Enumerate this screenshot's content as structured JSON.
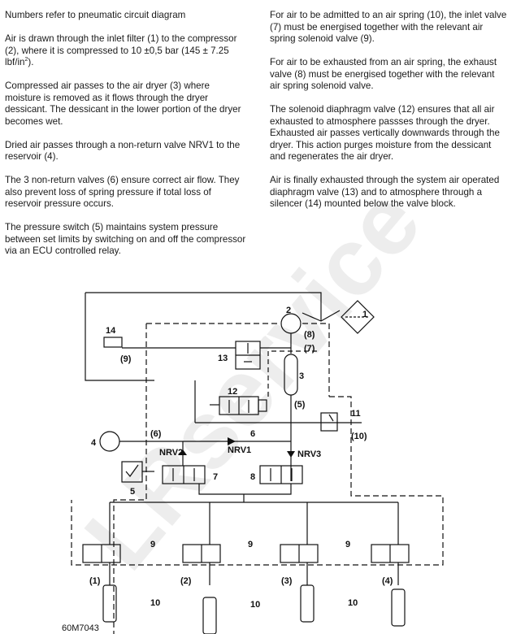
{
  "left_column": {
    "p1": "Numbers refer to pneumatic circuit diagram",
    "p2_a": "Air is drawn through the inlet filter (1) to the compressor (2), where it is compressed to 10 ±0,5 bar (145 ± 7.25 lbf/in",
    "p2_sup": "2",
    "p2_b": ").",
    "p3": "Compressed air passes to the air dryer (3) where moisture is removed as it flows through the dryer dessicant. The dessicant in the lower portion of the dryer becomes wet.",
    "p4": "Dried air passes through a non-return valve NRV1 to the reservoir (4).",
    "p5": "The 3 non-return valves (6) ensure correct air flow. They also prevent loss of spring pressure if total loss of reservoir pressure occurs.",
    "p6": "The pressure switch (5) maintains system pressure between set limits by switching on and off the compressor via an ECU controlled relay."
  },
  "right_column": {
    "p1": "For air to be admitted to an air spring (10), the inlet valve (7) must be energised together with the relevant air spring solenoid valve (9).",
    "p2": "For air to be exhausted from an air spring, the exhaust valve (8) must be energised together with the relevant air spring solenoid valve.",
    "p3": "The solenoid diaphragm valve (12) ensures that all air exhausted to atmosphere passses through the dryer. Exhausted air passes vertically downwards through the dryer. This action purges moisture from the dessicant and regenerates the air dryer.",
    "p4": "Air is finally exhausted through the system air operated diaphragm valve (13) and to atmosphere through a silencer (14) mounted below the valve block."
  },
  "watermark": "LRservice",
  "diagram": {
    "labels": {
      "n1": "1",
      "n2": "2",
      "n3": "3",
      "n4": "4",
      "n5": "5",
      "n6a": "(6)",
      "n6b": "6",
      "n7": "7",
      "n7b": "(7)",
      "n8": "8",
      "n8b": "(8)",
      "n9a": "9",
      "n9b": "9",
      "n9c": "9",
      "n9d": "(9)",
      "n10a": "10",
      "n10b": "10",
      "n10c": "10",
      "n10d": "(10)",
      "n11": "11",
      "n12": "12",
      "n13": "13",
      "n14": "14",
      "n5b": "(5)",
      "nrv1": "NRV1",
      "nrv2": "NRV2",
      "nrv3": "NRV3",
      "s1": "(1)",
      "s2": "(2)",
      "s3": "(3)",
      "s4": "(4)",
      "ref": "60M7043"
    }
  }
}
